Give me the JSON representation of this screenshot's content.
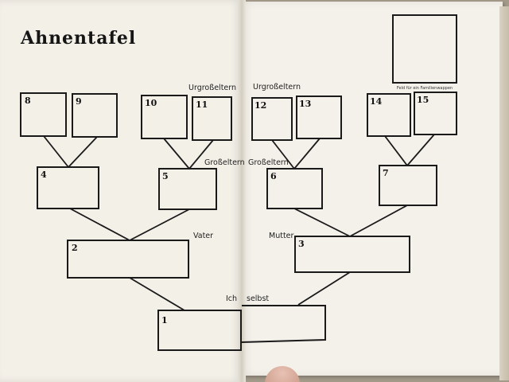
{
  "title": "Ahnentafel",
  "labels": {
    "great_grandparents_left": "Urgroßeltern",
    "great_grandparents_right": "Urgroßeltern",
    "grandparents_left": "Großeltern",
    "grandparents_right": "Großeltern",
    "father": "Vater",
    "mother": "Mutter",
    "self_left": "Ich",
    "self_right": "selbst"
  },
  "crest_caption": "Feld für ein Familienwappen",
  "boxes": {
    "b1": "1",
    "b2": "2",
    "b3": "3",
    "b4": "4",
    "b5": "5",
    "b6": "6",
    "b7": "7",
    "b8": "8",
    "b9": "9",
    "b10": "10",
    "b11": "11",
    "b12": "12",
    "b13": "13",
    "b14": "14",
    "b15": "15"
  }
}
